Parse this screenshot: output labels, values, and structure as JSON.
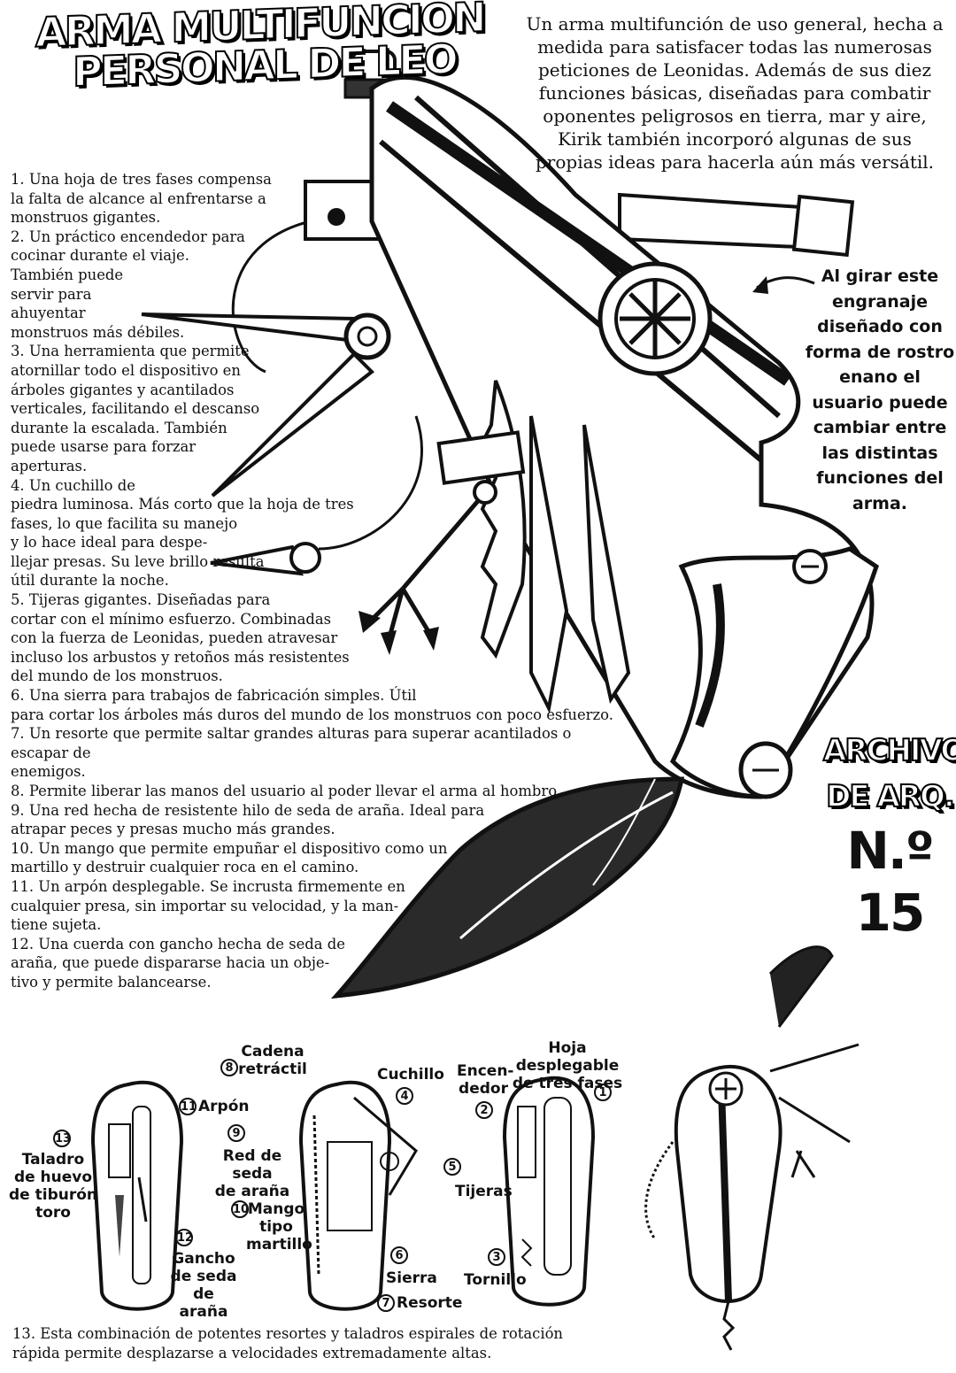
{
  "title": {
    "line1": "ARMA MULTIFUNCION",
    "line2": "PERSONAL DE LEO"
  },
  "intro": "Un arma multifunción de uso general, hecha a medida para satisfacer todas las numerosas peticiones de Leonidas. Además de sus diez funciones básicas, diseñadas para combatir oponentes peligrosos en tierra, mar y aire, Kirik también incorporó algunas de sus propias ideas para hacerla aún más versátil.",
  "callout": "Al girar este engranaje diseñado con forma de rostro enano el usuario puede cambiar entre las distintas funciones del arma.",
  "items": [
    "1. Una hoja de tres fases compensa\nla falta de alcance al enfrentarse a\nmonstruos gigantes.",
    "2. Un práctico encendedor para\ncocinar durante el viaje.\nTambién puede\nservir para\nahuyentar\nmonstruos más débiles.",
    "3. Una herramienta que permite\natornillar todo el dispositivo en\nárboles gigantes y acantilados\nverticales, facilitando el descanso\ndurante la escalada. También\npuede usarse para forzar\naperturas.",
    "4. Un cuchillo de\npiedra luminosa. Más corto que la hoja de tres\nfases, lo que facilita su manejo\ny lo hace ideal para despe-\nllejar presas. Su leve brillo resulta\nútil durante la noche.",
    "5. Tijeras gigantes. Diseñadas para\ncortar con el mínimo esfuerzo. Combinadas\ncon la fuerza de Leonidas, pueden atravesar\nincluso los arbustos y retoños más resistentes\ndel mundo de los monstruos.",
    "6. Una sierra para trabajos de fabricación simples. Útil\npara cortar los árboles más duros del mundo de los monstruos con poco esfuerzo.",
    "7. Un resorte que permite saltar grandes alturas para superar acantilados o escapar de\nenemigos.",
    "8. Permite liberar las manos del usuario al poder llevar el arma al hombro.",
    "9. Una red hecha de resistente hilo de seda de araña. Ideal para\natrapar peces y presas mucho más grandes.",
    "10. Un mango que permite empuñar el dispositivo como un\nmartillo y destruir cualquier roca en el camino.",
    "11. Un arpón desplegable. Se incrusta firmemente en\ncualquier presa, sin importar su velocidad, y la man-\ntiene sujeta.",
    "12. Una cuerda con gancho hecha de seda de\naraña, que puede dispararse hacia un obje-\ntivo y permite balancearse."
  ],
  "archive": {
    "line1": "ARCHIVO",
    "line2": "DE ARQ.",
    "number": "N.º 15"
  },
  "diagram_labels": {
    "l13": {
      "num": "13",
      "text": "Taladro\nde huevo\nde tiburón\ntoro"
    },
    "l12": {
      "num": "12",
      "text": "Gancho\nde seda\nde araña"
    },
    "l8": {
      "num": "8",
      "text": "Cadena\nretráctil"
    },
    "l11": {
      "num": "11",
      "text": "Arpón"
    },
    "l9": {
      "num": "9",
      "text": "Red de seda\nde araña"
    },
    "l10": {
      "num": "10",
      "text": "Mango\ntipo\nmartillo"
    },
    "l4": {
      "num": "4",
      "text": "Cuchillo"
    },
    "l5": {
      "num": "5",
      "text": "Tijeras"
    },
    "l6": {
      "num": "6",
      "text": "Sierra"
    },
    "l7": {
      "num": "7",
      "text": "Resorte"
    },
    "l2": {
      "num": "2",
      "text": "Encen-\ndedor"
    },
    "l1": {
      "num": "1",
      "text": "Hoja desplegable\nde tres fases"
    },
    "l3": {
      "num": "3",
      "text": "Tornillo"
    }
  },
  "bottom_note": "13. Esta combinación de potentes resortes y taladros espirales de rotación\nrápida permite desplazarse a velocidades extremadamente altas."
}
